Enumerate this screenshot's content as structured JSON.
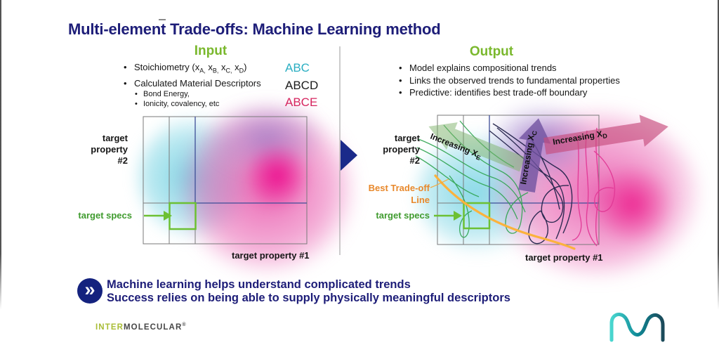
{
  "title": "Multi-element Trade-offs: Machine Learning method",
  "input_section": {
    "heading": "Input",
    "stoich_pre": "Stoichiometry (x",
    "stoich_mid": " x",
    "stoich_close": ")",
    "stoich_subs": [
      "A,",
      "B,",
      "C,",
      "D"
    ],
    "bullet2": "Calculated Material Descriptors",
    "sub_bullets": [
      "Bond Energy,",
      "Ionicity, covalency, etc"
    ]
  },
  "legend": {
    "items": [
      {
        "label": "ABC",
        "color": "#2aaec2"
      },
      {
        "label": "ABCD",
        "color": "#1c1c1c"
      },
      {
        "label": "ABCE",
        "color": "#d6255f"
      }
    ]
  },
  "output_section": {
    "heading": "Output",
    "bullets": [
      "Model explains compositional trends",
      "Links the observed trends to fundamental properties",
      "Predictive: identifies best trade-off boundary"
    ]
  },
  "left_chart": {
    "y_axis_label": "target\nproperty\n#2",
    "x_axis_label": "target property #1",
    "target_specs_label": "target specs"
  },
  "right_chart": {
    "y_axis_label": "target\nproperty\n#2",
    "x_axis_label": "target property #1",
    "target_specs_label": "target specs",
    "best_tradeoff_label": "Best Trade-off\nLine",
    "arrows": {
      "e": {
        "label": "Increasing X",
        "sub": "E"
      },
      "c": {
        "label": "Increasing X",
        "sub": "C"
      },
      "d": {
        "label": "Increasing X",
        "sub": "D"
      }
    }
  },
  "takeaway": {
    "icon_glyph": "»",
    "line1": "Machine learning helps understand complicated trends",
    "line2": "Success relies on being able to supply physically meaningful descriptors"
  },
  "footer": {
    "logo_part1": "INTER",
    "logo_part2": "MOLECULAR",
    "logo_reg": "®"
  },
  "colors": {
    "title_navy": "#1d1d78",
    "heading_green": "#7ab82d",
    "legend_cyan": "#2aaec2",
    "legend_black": "#1c1c1c",
    "legend_crimson": "#d6255f",
    "specs_green": "#3f9b2e",
    "tradeoff_label_orange": "#e8882b",
    "tradeoff_line_gold": "#fbb23d",
    "flow_arrow_navy": "#1b2a8a",
    "cloud_cyan": "#7cd5e4",
    "cloud_magenta": "#e74fa8",
    "cloud_core_pink": "#ed0a8c",
    "merck_teal": "#19b0b0"
  }
}
